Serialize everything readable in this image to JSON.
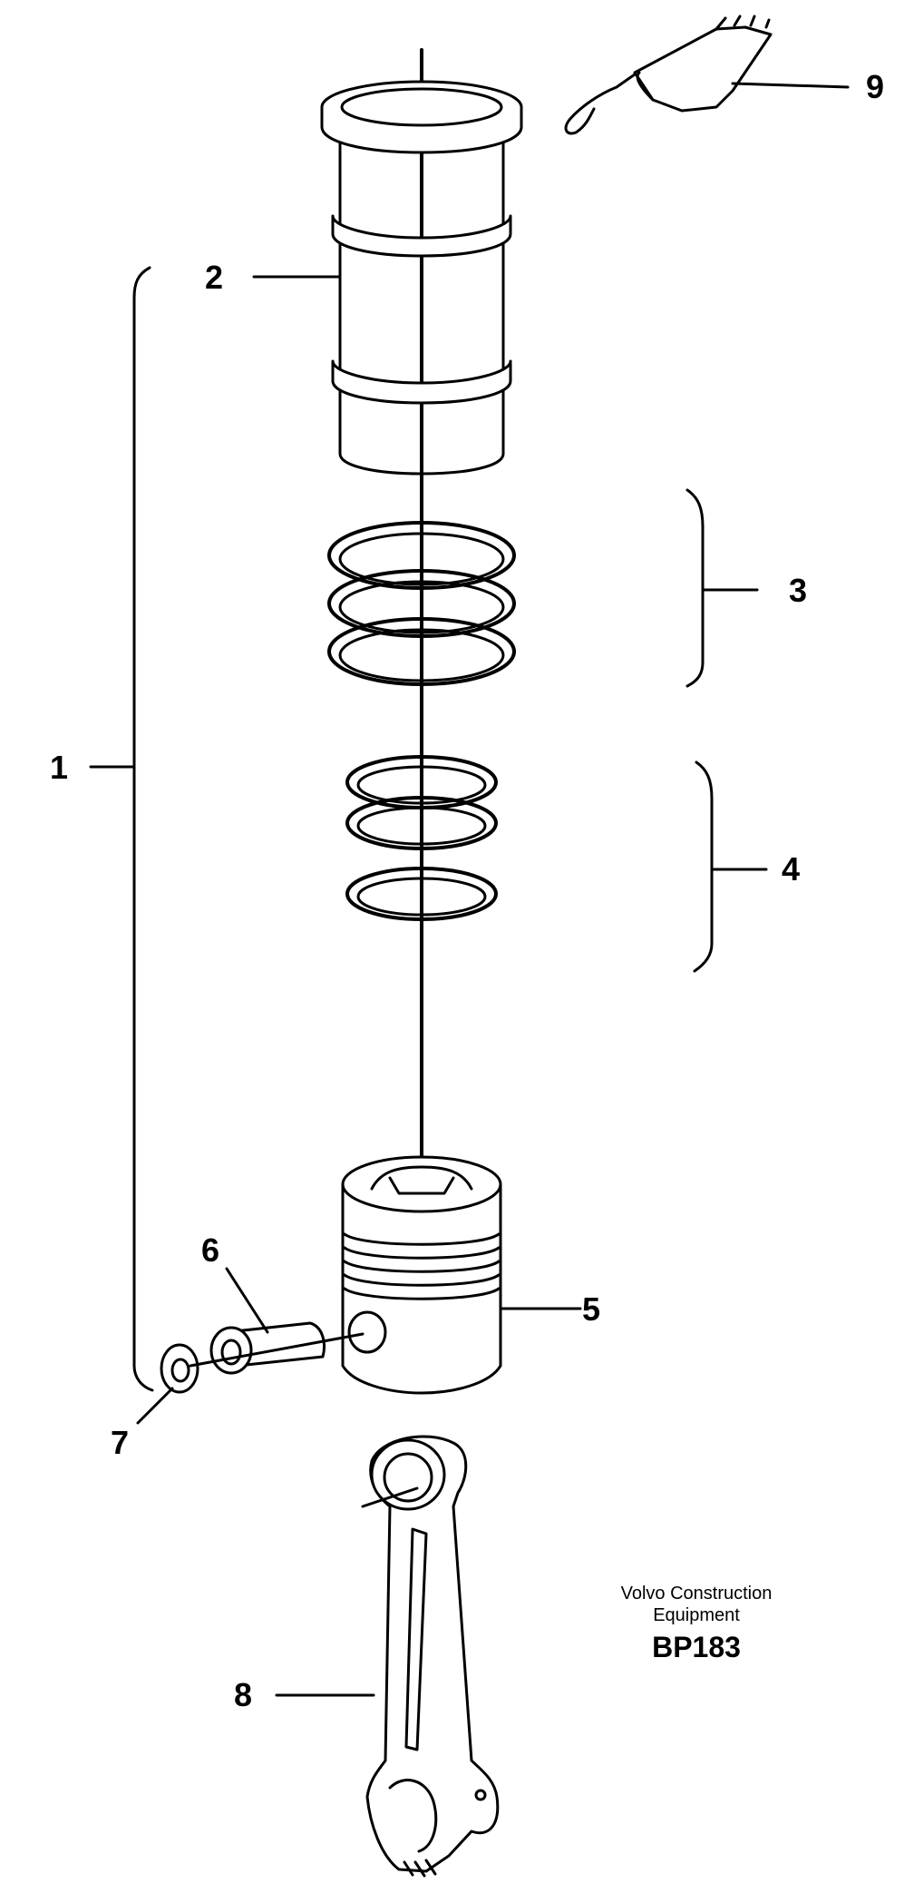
{
  "callouts": {
    "c1": "1",
    "c2": "2",
    "c3": "3",
    "c4": "4",
    "c5": "5",
    "c6": "6",
    "c7": "7",
    "c8": "8",
    "c9": "9"
  },
  "caption": {
    "line1": "Volvo Construction",
    "line2": "Equipment",
    "code": "BP183"
  }
}
